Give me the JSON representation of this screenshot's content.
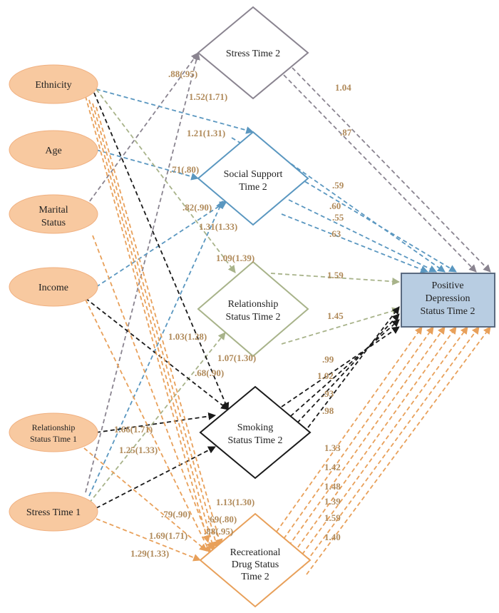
{
  "colors": {
    "ellipse_fill": "#f8c9a0",
    "ellipse_stroke": "#f0b080",
    "stress": "#8a8490",
    "social": "#5a97c0",
    "relationship": "#a8b38a",
    "smoking": "#1a1a1a",
    "drug": "#e8a05a",
    "outcome_fill": "#b8cde2",
    "outcome_stroke": "#5a6a80",
    "label": "#b08a5a"
  },
  "nodes": {
    "ethnicity": [
      "Ethnicity"
    ],
    "age": [
      "Age"
    ],
    "marital": [
      "Marital",
      "Status"
    ],
    "income": [
      "Income"
    ],
    "rel1": [
      "Relationship",
      "Status Time 1"
    ],
    "stress1": [
      "Stress Time 1"
    ],
    "stress2": [
      "Stress Time 2"
    ],
    "social2": [
      "Social Support",
      "Time 2"
    ],
    "rel2": [
      "Relationship",
      "Status Time 2"
    ],
    "smoke2": [
      "Smoking",
      "Status Time 2"
    ],
    "drug2": [
      "Recreational",
      "Drug Status",
      "Time 2"
    ],
    "outcome": [
      "Positive",
      "Depression",
      "Status Time 2"
    ]
  },
  "edge_labels": {
    "stress_88": ".88(.95)",
    "stress_152": "1.52(1.71)",
    "social_121": "1.21(1.31)",
    "social_71": ".71(.80)",
    "social_131": "1.31(1.33)",
    "rel_82": ".82(.90)",
    "rel_109": "1.09(1.39)",
    "rel_103": "1.03(1.28)",
    "rel_68": ".68(.90)",
    "smoke_107": "1.07(1.30)",
    "smoke_166": "1.66(1.71)",
    "smoke_125": "1.25(1.33)",
    "drug_113": "1.13(1.30)",
    "drug_79": ".79(.90)",
    "drug_69": ".69(.80)",
    "drug_88": ".88(.95)",
    "drug_169": "1.69(1.71)",
    "drug_129": "1.29(1.33)",
    "out_104": "1.04",
    "out_87": ".87",
    "out_59": ".59",
    "out_60": ".60",
    "out_55": ".55",
    "out_63": ".63",
    "out_159": "1.59",
    "out_145": "1.45",
    "out_99": ".99",
    "out_102": "1.02",
    "out_93": ".93",
    "out_98": ".98",
    "out_133": "1.33",
    "out_142": "1.42",
    "out_148": "1.48",
    "out_139": "1.39",
    "out_159b": "1.59",
    "out_140": "1.40"
  }
}
